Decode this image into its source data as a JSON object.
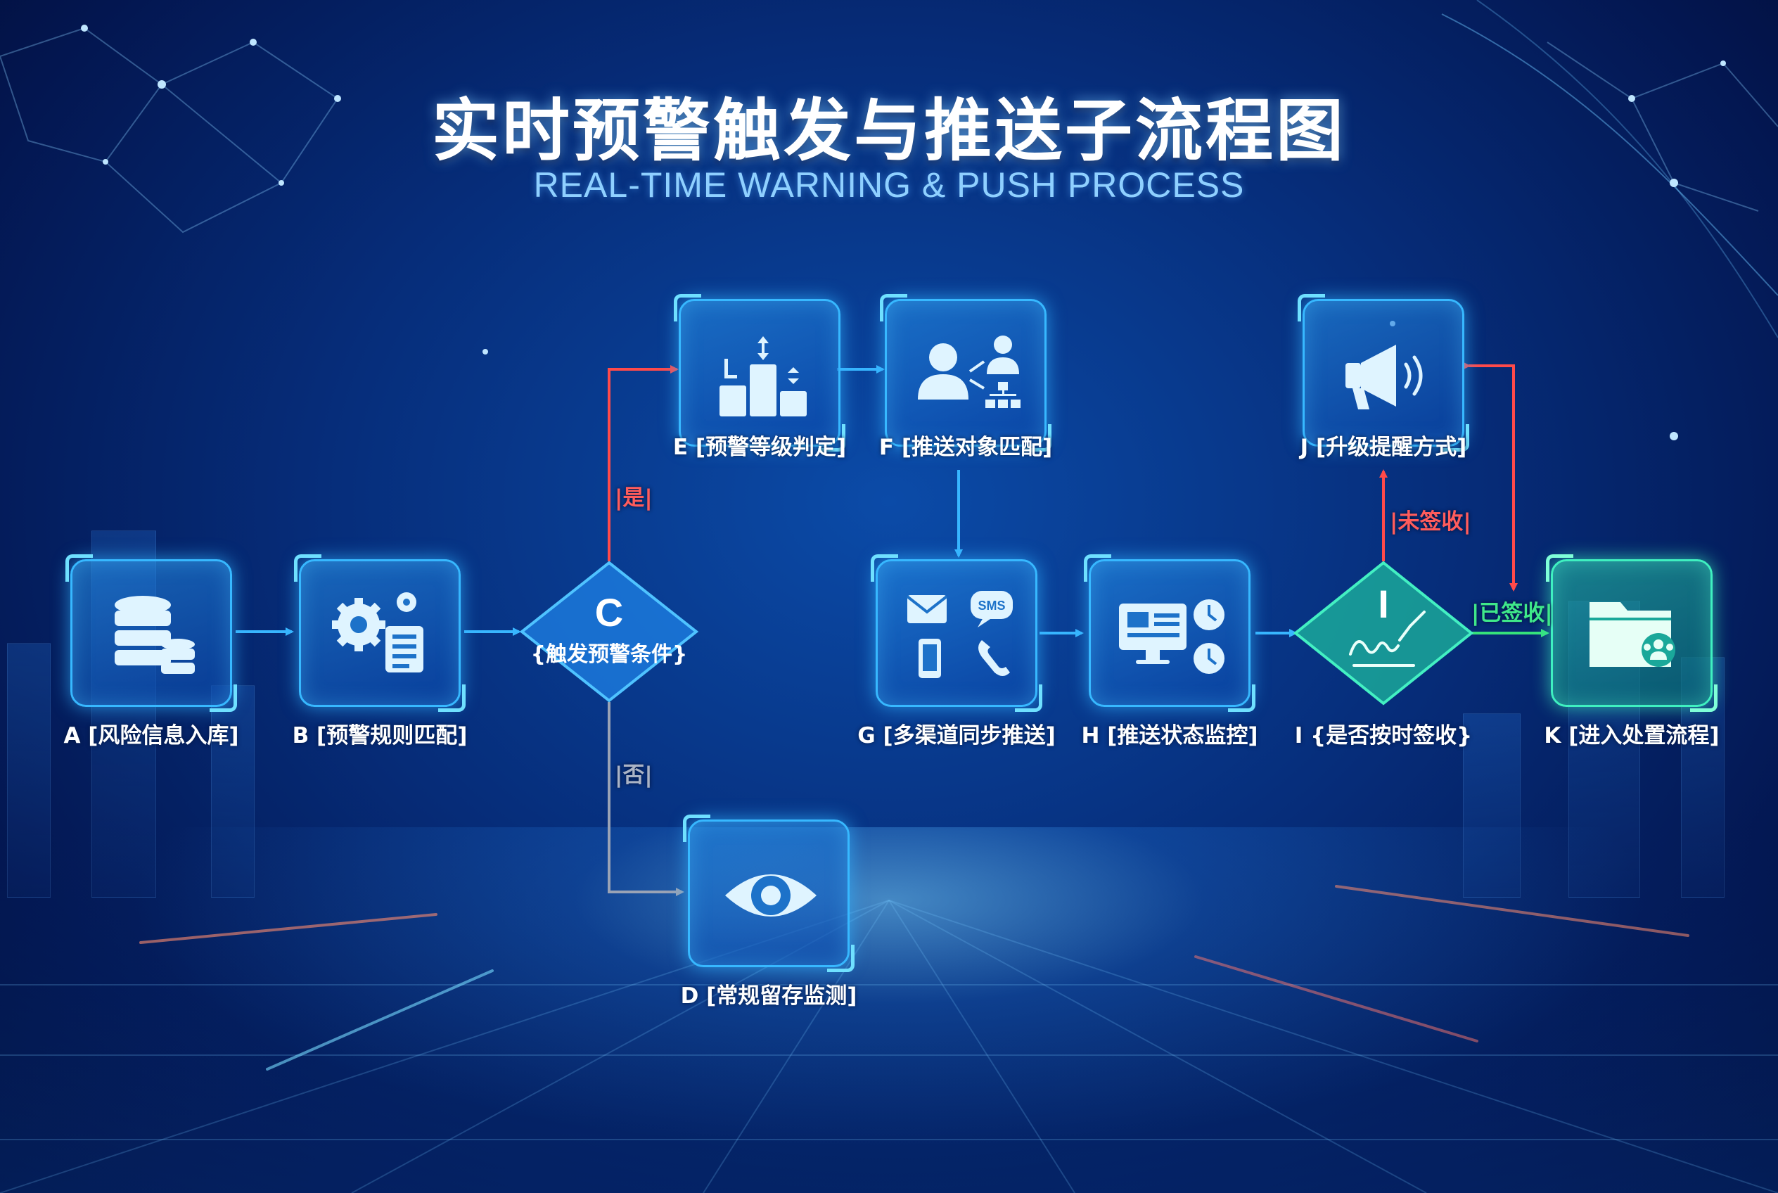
{
  "title": "实时预警触发与推送子流程图",
  "subtitle": "REAL-TIME WARNING & PUSH PROCESS",
  "colors": {
    "node_border": "#37b8ff",
    "node_green": "#3ff0c0",
    "arrow_blue": "#38b6ff",
    "arrow_red": "#ff4a4a",
    "arrow_gray": "#9aa3b5",
    "arrow_green": "#36e27a"
  },
  "nodes": {
    "A": {
      "label": "A [风险信息入库]",
      "icon": "database-icon"
    },
    "B": {
      "label": "B [预警规则匹配]",
      "icon": "gears-document-icon"
    },
    "C": {
      "letter": "C",
      "label": "{触发预警条件}",
      "icon": "decision-diamond"
    },
    "D": {
      "label": "D [常规留存监测]",
      "icon": "eye-icon"
    },
    "E": {
      "label": "E [预警等级判定]",
      "icon": "level-bars-icon"
    },
    "F": {
      "label": "F [推送对象匹配]",
      "icon": "user-match-icon"
    },
    "G": {
      "label": "G [多渠道同步推送]",
      "icon": "multichannel-icon"
    },
    "H": {
      "label": "H [推送状态监控]",
      "icon": "monitor-clock-icon"
    },
    "I": {
      "letter": "I",
      "label": "I {是否按时签收}",
      "icon": "signature-icon"
    },
    "J": {
      "label": "J [升级提醒方式]",
      "icon": "megaphone-icon"
    },
    "K": {
      "label": "K [进入处置流程]",
      "icon": "folder-team-icon"
    }
  },
  "edges": {
    "yes": "|是|",
    "no": "|否|",
    "not_signed": "|未签收|",
    "signed": "|已签收|"
  },
  "icon_text": {
    "sms": "SMS"
  }
}
